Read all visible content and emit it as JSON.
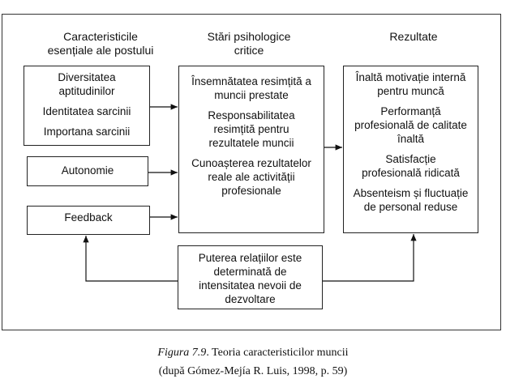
{
  "headers": {
    "col1": [
      "Caracteristicile",
      "esențiale ale postului"
    ],
    "col2": [
      "Stări psihologice",
      "critice"
    ],
    "col3": [
      "Rezultate"
    ]
  },
  "characteristics_box": [
    "Diversitatea aptitudinilor",
    "Identitatea sarcinii",
    "Importana sarcinii"
  ],
  "autonomy_box": "Autonomie",
  "feedback_box": "Feedback",
  "states_box": [
    "Însemnătatea resimțită a muncii prestate",
    "Responsabilitatea resimțită pentru rezultatele muncii",
    "Cunoașterea rezultatelor reale ale activității profesionale"
  ],
  "results_box": [
    "Înaltă motivație internă pentru muncă",
    "Performanță profesională de calitate înaltă",
    "Satisfacție profesională ridicată",
    "Absenteism și fluctuație de personal reduse"
  ],
  "moderator_box": "Puterea relațiilor este determinată de intensitatea nevoii de dezvoltare",
  "caption": {
    "figure": "Figura 7.9",
    "title": ". Teoria caracteristicilor muncii",
    "source": "(după Gómez-Mejía R. Luis, 1998, p. 59)"
  }
}
